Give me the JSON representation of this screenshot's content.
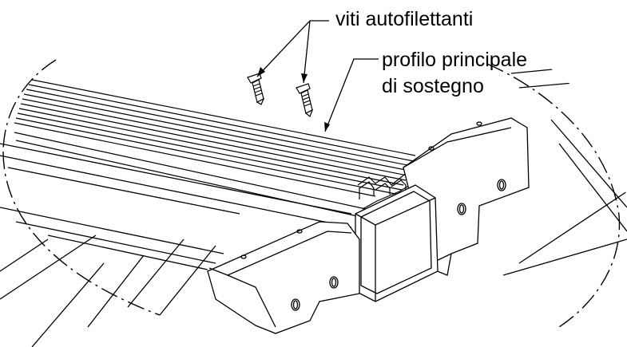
{
  "labels": {
    "screws": "viti autofilettanti",
    "profile_line1": "profilo principale",
    "profile_line2": "di sostegno"
  },
  "colors": {
    "ink": "#000000",
    "paper": "#ffffff"
  }
}
